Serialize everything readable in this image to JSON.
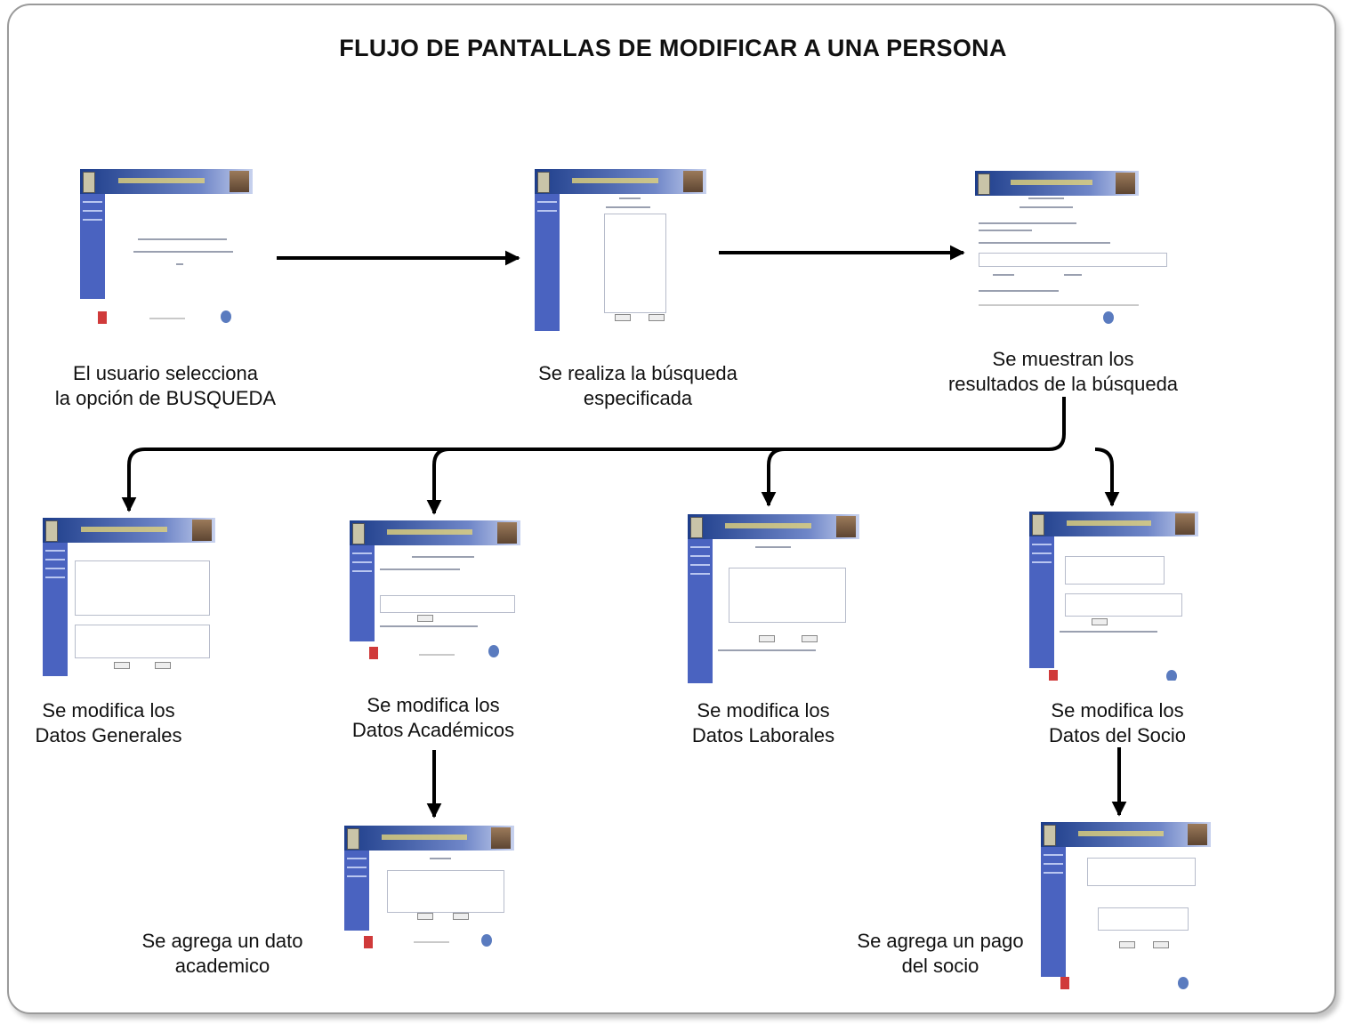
{
  "diagram": {
    "title": "FLUJO DE PANTALLAS DE MODIFICAR A UNA PERSONA",
    "steps": [
      {
        "id": "buscar",
        "caption": [
          "El usuario selecciona",
          "la opción de BUSQUEDA"
        ]
      },
      {
        "id": "busqueda",
        "caption": [
          "Se realiza la búsqueda",
          "especificada"
        ]
      },
      {
        "id": "resultados",
        "caption": [
          "Se muestran los",
          "resultados de la búsqueda"
        ]
      },
      {
        "id": "generales",
        "caption": [
          "Se modifica los",
          "Datos Generales"
        ]
      },
      {
        "id": "academicos",
        "caption": [
          "Se modifica los",
          "Datos Académicos"
        ]
      },
      {
        "id": "laborales",
        "caption": [
          "Se modifica los",
          "Datos Laborales"
        ]
      },
      {
        "id": "socio",
        "caption": [
          "Se modifica los",
          "Datos del Socio"
        ]
      },
      {
        "id": "dato-academico",
        "caption": [
          "Se agrega un dato",
          "academico"
        ]
      },
      {
        "id": "pago-socio",
        "caption": [
          "Se agrega un pago",
          "del socio"
        ]
      }
    ],
    "connectors": [
      {
        "from": "buscar",
        "to": "busqueda"
      },
      {
        "from": "busqueda",
        "to": "resultados"
      },
      {
        "from": "resultados",
        "to": "generales"
      },
      {
        "from": "resultados",
        "to": "academicos"
      },
      {
        "from": "resultados",
        "to": "laborales"
      },
      {
        "from": "resultados",
        "to": "socio"
      },
      {
        "from": "academicos",
        "to": "dato-academico"
      },
      {
        "from": "socio",
        "to": "pago-socio"
      }
    ],
    "colors": {
      "arrow": "#000000",
      "banner": "#1d3d8a",
      "sidebar": "#4a63c0",
      "frame": "#9a9a9a"
    }
  }
}
